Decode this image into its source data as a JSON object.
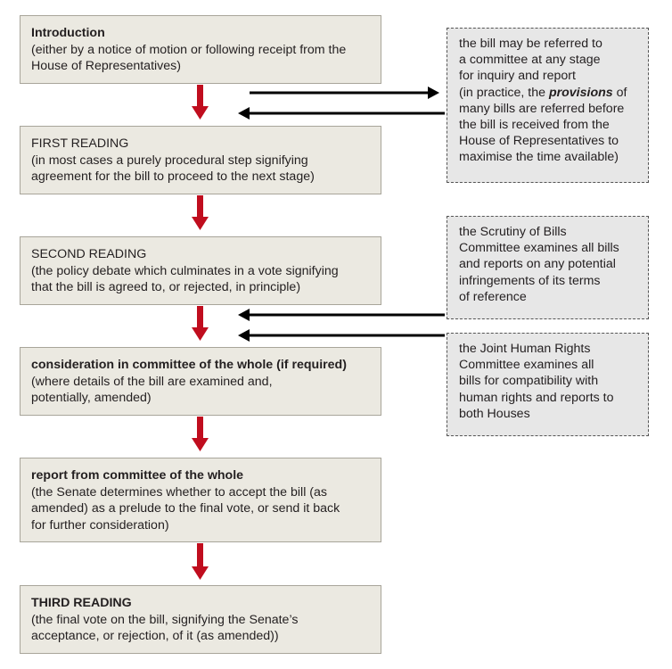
{
  "colors": {
    "stage_fill": "#ebe9e1",
    "stage_border": "#a8a59a",
    "note_fill": "#e7e7e7",
    "flow_arrow": "#c00d1e",
    "side_arrow": "#000000"
  },
  "stages": [
    {
      "title": "Introduction",
      "title_bold": true,
      "lines": [
        "(either by a notice of motion or following receipt from the",
        "House of Representatives)"
      ]
    },
    {
      "title": "FIRST READING",
      "title_bold": false,
      "lines": [
        "(in most cases a purely procedural step signifying",
        "agreement for the bill to proceed to the next stage)"
      ]
    },
    {
      "title": "SECOND READING",
      "title_bold": false,
      "lines": [
        "(the policy debate which culminates in a vote signifying",
        "that the bill is agreed to, or rejected, in principle)"
      ]
    },
    {
      "title": "consideration in committee of the whole (if required)",
      "title_bold": true,
      "lines": [
        "(where details of the bill are examined and,",
        "potentially, amended)"
      ]
    },
    {
      "title": "report from committee of the whole",
      "title_bold": true,
      "lines": [
        "(the Senate determines whether to accept the bill (as",
        "amended) as a prelude to the final vote, or send it back",
        "for further consideration)"
      ]
    },
    {
      "title": "THIRD READING",
      "title_bold": true,
      "lines": [
        "(the final vote on the bill, signifying the Senate’s",
        "acceptance, or rejection, of it (as amended))"
      ]
    }
  ],
  "notes": {
    "referral": {
      "line1": "the bill may be referred to",
      "line2": "a committee at any stage",
      "line3": "for inquiry and report",
      "line4_pre": "(in practice, the ",
      "line4_em": "provisions",
      "line4_post": " of",
      "line5": "many bills are referred before",
      "line6": "the bill is received from the",
      "line7": "House of Representatives to",
      "line8": "maximise the time available)"
    },
    "scrutiny": [
      "the Scrutiny of Bills",
      "Committee examines all bills",
      "and reports on any potential",
      "infringements of its terms",
      "of reference"
    ],
    "human_rights": [
      "the Joint Human Rights",
      "Committee examines all",
      "bills for compatibility with",
      "human rights and reports to",
      "both Houses"
    ]
  }
}
